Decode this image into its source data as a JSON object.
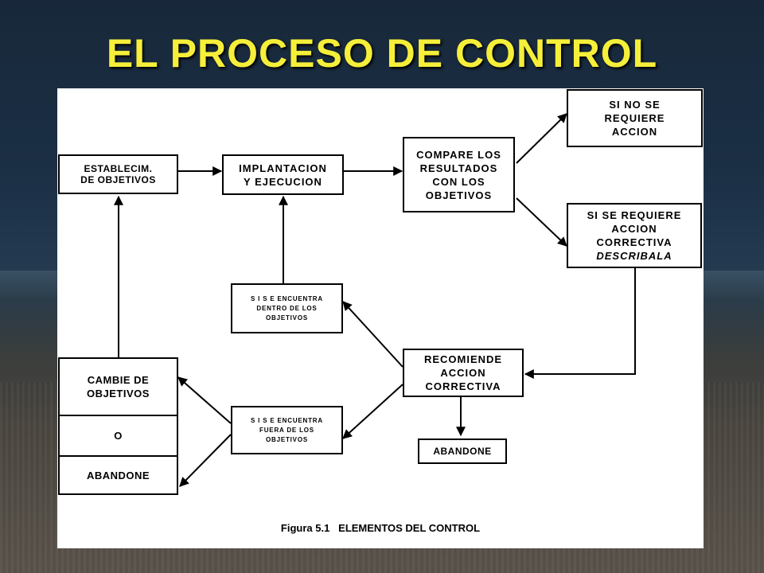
{
  "slide": {
    "title": "EL PROCESO DE CONTROL"
  },
  "diagram": {
    "nodes": {
      "establecim": "ESTABLECIM.\nDE OBJETIVOS",
      "implantacion": "IMPLANTACION\nY EJECUCION",
      "compare": "COMPARE LOS\nRESULTADOS\nCON LOS\nOBJETIVOS",
      "si_no_se_requiere": "SI NO SE\nREQUIERE\nACCION",
      "si_se_requiere_lines": "SI SE REQUIERE\nACCION\nCORRECTIVA",
      "si_se_requiere_italic": "DESCRIBALA",
      "dentro": "S I S E ENCUENTRA\nDENTRO DE LOS\nOBJETIVOS",
      "fuera": "S I S E ENCUENTRA\nFUERA DE LOS\nOBJETIVOS",
      "recomiende": "RECOMIENDE\nACCION\nCORRECTIVA",
      "abandone_bottom": "ABANDONE",
      "cambie_top": "CAMBIE DE\nOBJETIVOS",
      "cambie_mid": "O",
      "cambie_bottom": "ABANDONE"
    },
    "caption": "Figura 5.1   ELEMENTOS DEL CONTROL"
  }
}
